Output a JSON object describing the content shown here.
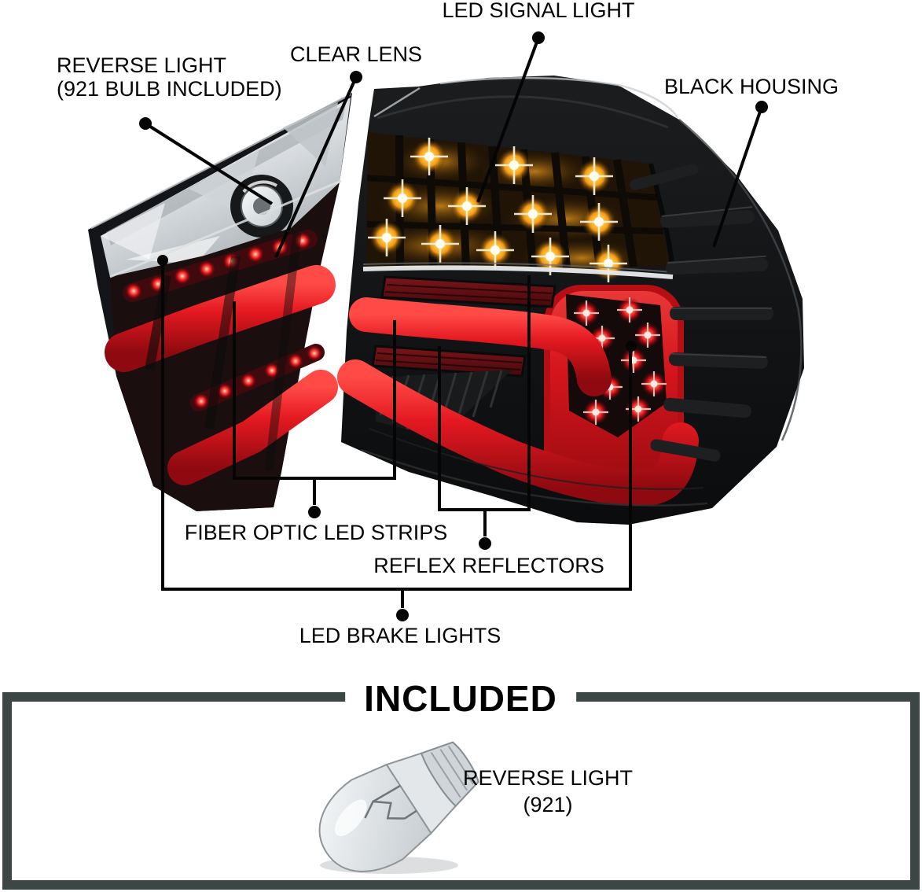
{
  "callouts": {
    "reverse_light": {
      "label_line1": "REVERSE LIGHT",
      "label_line2": "(921 BULB INCLUDED)"
    },
    "clear_lens": {
      "label": "CLEAR LENS"
    },
    "led_signal": {
      "label": "LED SIGNAL LIGHT"
    },
    "black_housing": {
      "label": "BLACK HOUSING"
    },
    "fiber_optic": {
      "label": "FIBER OPTIC LED STRIPS"
    },
    "reflex_reflectors": {
      "label": "REFLEX REFLECTORS"
    },
    "led_brake": {
      "label": "LED BRAKE LIGHTS"
    }
  },
  "included_section": {
    "title": "INCLUDED",
    "item_label_line1": "REVERSE LIGHT",
    "item_label_line2": "(921)"
  },
  "colors": {
    "callout_line": "#000000",
    "frame": "#3c4645",
    "brake_red": "#d8151c",
    "signal_amber": "#f59a16",
    "background": "#ffffff"
  }
}
